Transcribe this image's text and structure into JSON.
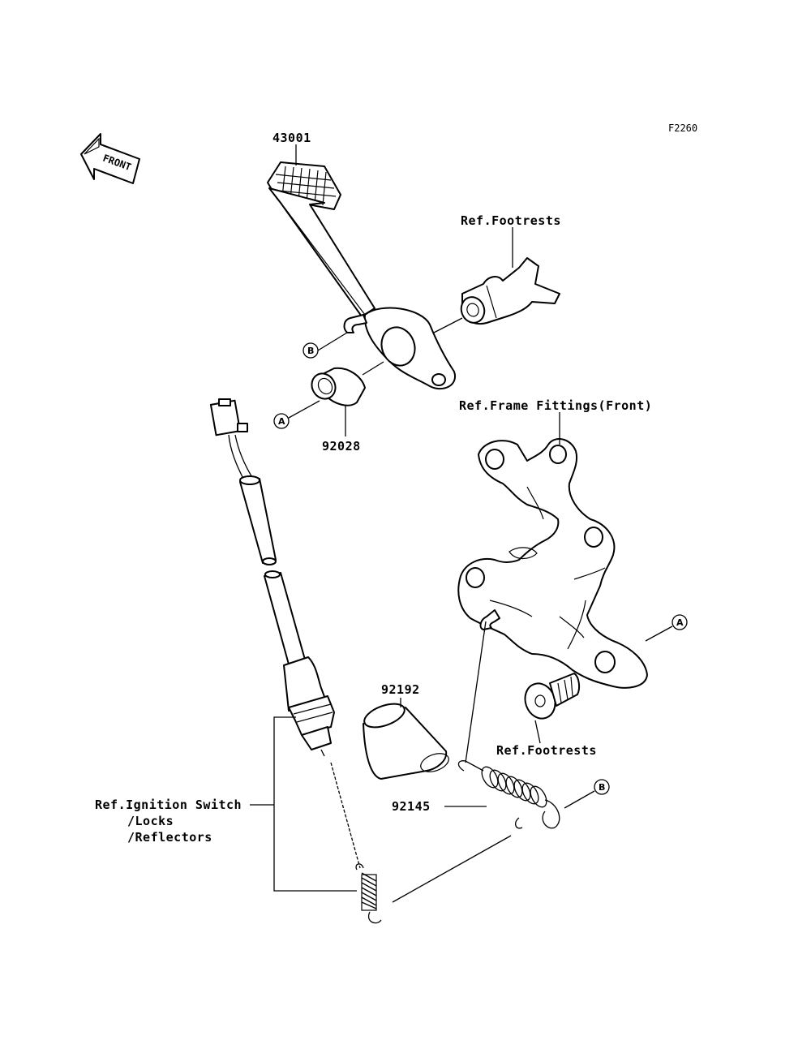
{
  "figure_code": "F2260",
  "front_arrow_text": "FRONT",
  "parts": {
    "brake_pedal": "43001",
    "bushing": "92028",
    "collar": "92192",
    "spring": "92145"
  },
  "references": {
    "footrests_top": "Ref.Footrests",
    "frame_fittings": "Ref.Frame Fittings(Front)",
    "footrests_bottom": "Ref.Footrests",
    "ignition_line1": "Ref.Ignition Switch",
    "ignition_line2": "/Locks",
    "ignition_line3": "/Reflectors"
  },
  "markers": {
    "a": "A",
    "b": "B"
  }
}
